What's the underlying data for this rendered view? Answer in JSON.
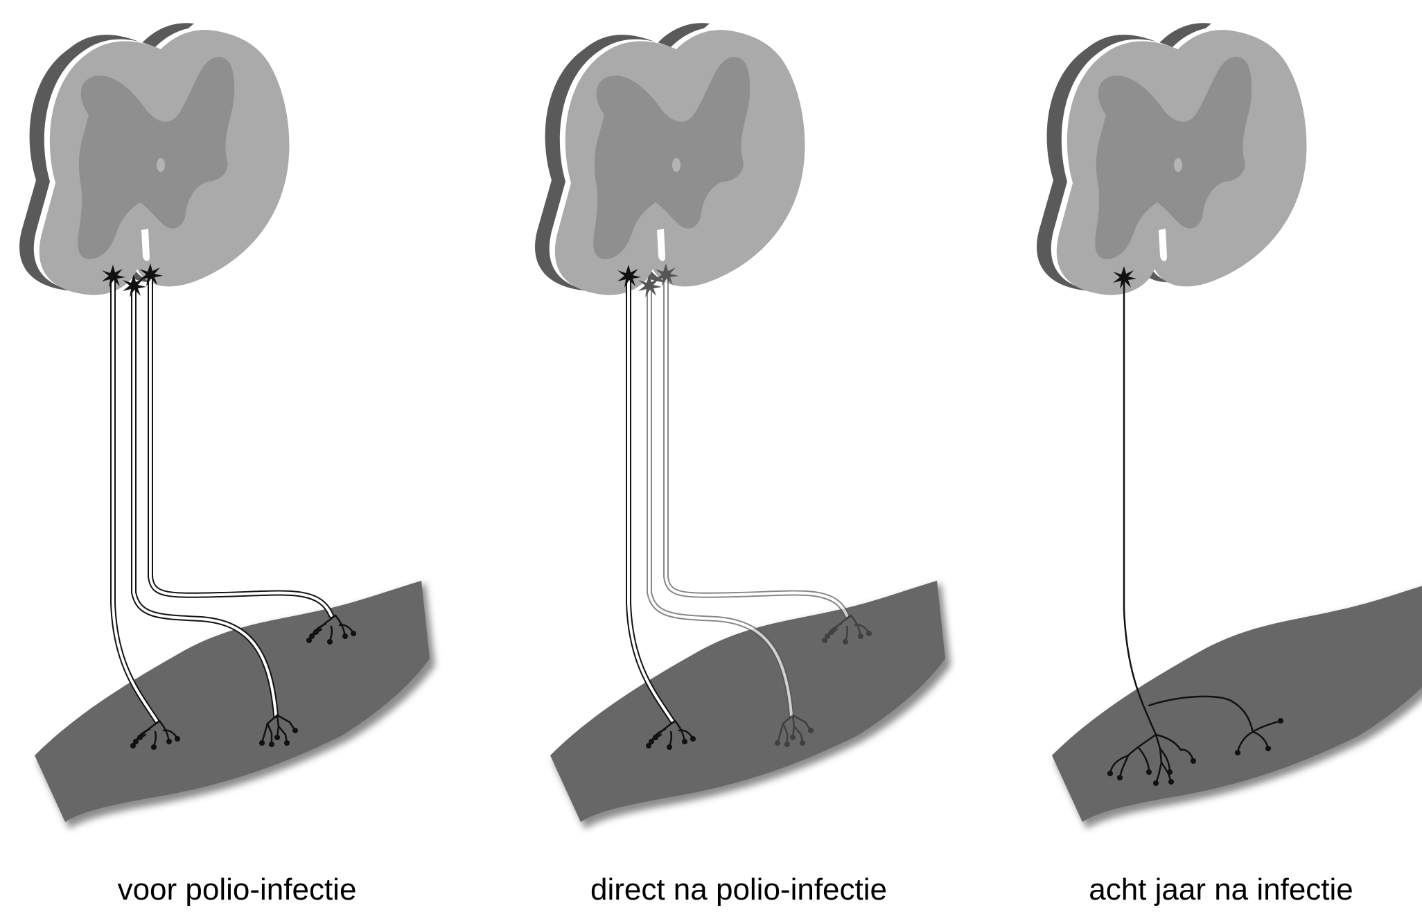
{
  "colors": {
    "background": "#ffffff",
    "cord_white_matter": "#aaaaaa",
    "cord_grey_matter": "#8f8f8f",
    "cord_shadow": "#5a5a5a",
    "muscle": "#676767",
    "nerve": "#111111",
    "damaged_nerve": "#555555"
  },
  "panels": [
    {
      "caption": "voor polio-infectie",
      "neurons": [
        {
          "state": "healthy",
          "target": "left-muscle-branch"
        },
        {
          "state": "healthy",
          "target": "middle-muscle-branch"
        },
        {
          "state": "healthy",
          "target": "right-muscle-branch"
        }
      ]
    },
    {
      "caption": "direct na polio-infectie",
      "neurons": [
        {
          "state": "healthy",
          "target": "left-muscle-branch"
        },
        {
          "state": "damaged",
          "target": "middle-muscle-branch"
        },
        {
          "state": "damaged",
          "target": "right-muscle-branch"
        }
      ]
    },
    {
      "caption": "acht jaar na infectie",
      "neurons": [
        {
          "state": "healthy-sprouted",
          "target": "enlarged-muscle-branch"
        }
      ]
    }
  ]
}
